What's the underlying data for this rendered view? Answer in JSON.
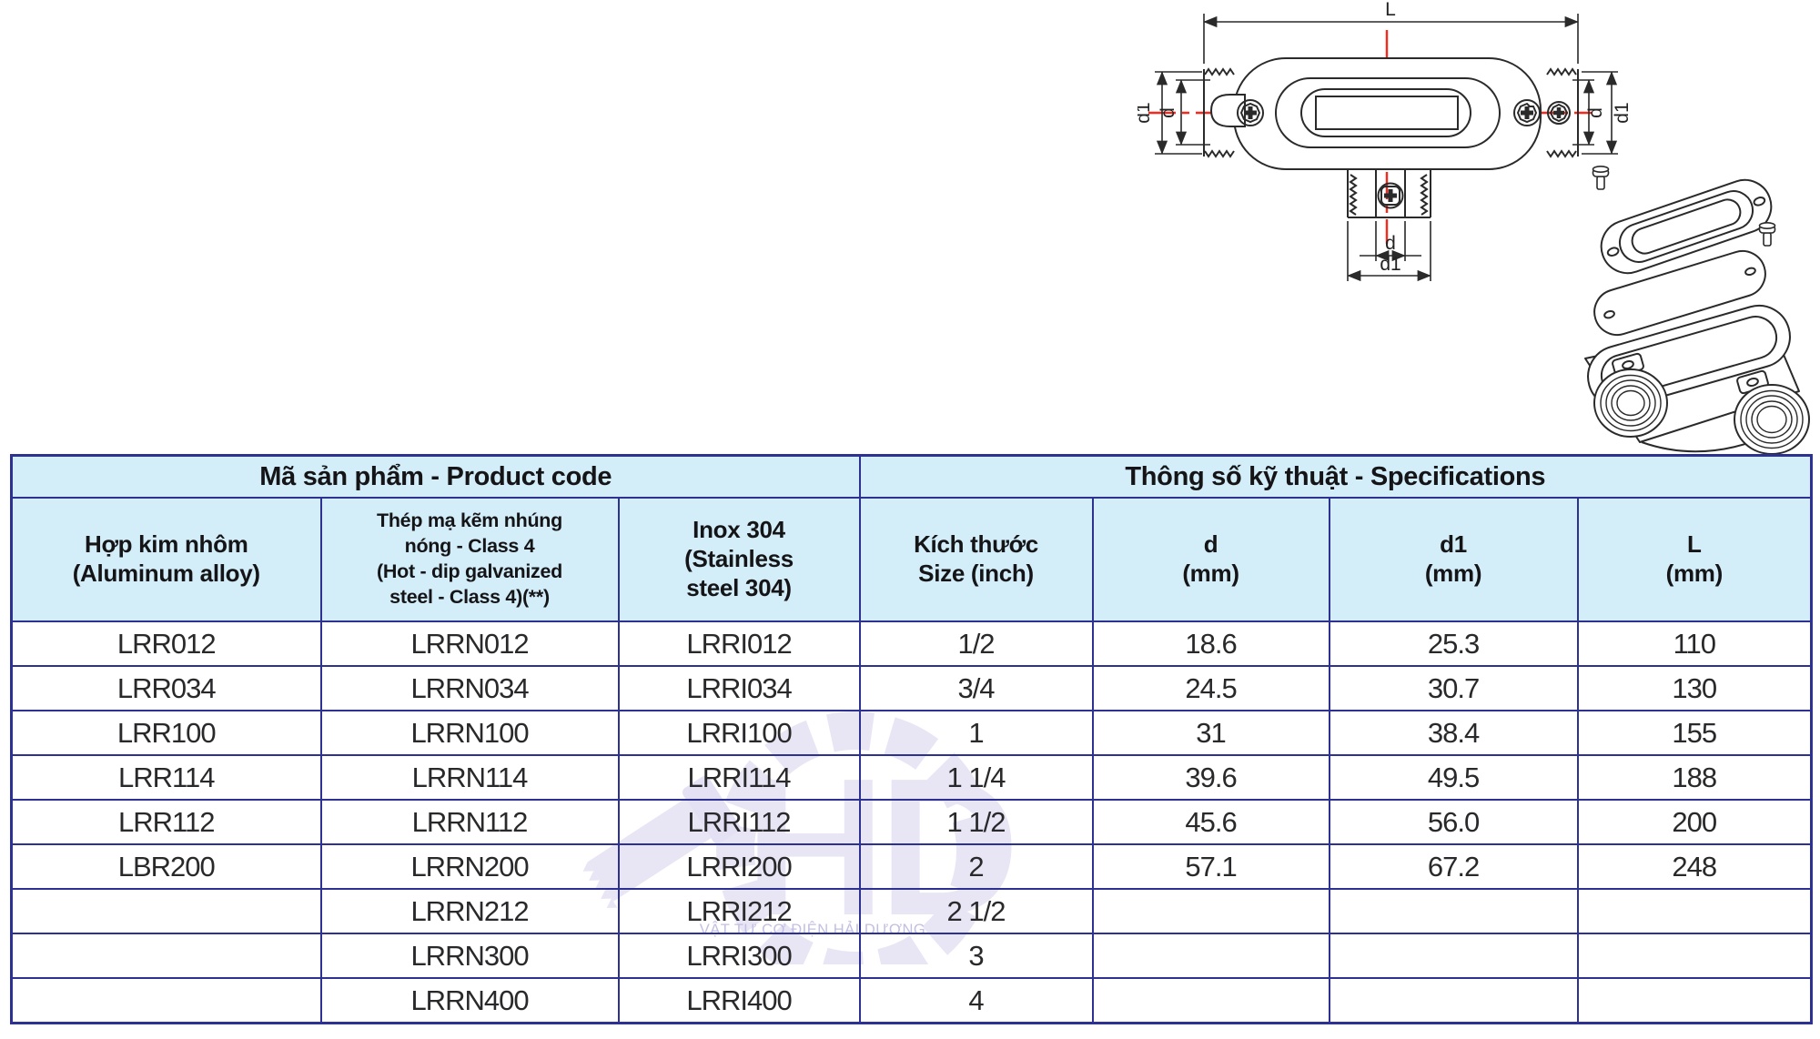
{
  "colors": {
    "table_border": "#2d3192",
    "header_bg": "#d3edf9",
    "text": "#29292b",
    "centerline_red": "#f8281c",
    "watermark": "#e6e4f4",
    "watermark_text": "#b9b5dd"
  },
  "drawing": {
    "dim_labels": {
      "L": "L",
      "d": "d",
      "d1": "d1"
    }
  },
  "watermark": {
    "logo_text": "HD",
    "text": "VẬT TƯ CƠ ĐIỆN HẢI DƯƠNG"
  },
  "table": {
    "group_headers": [
      {
        "label": "Mã sản phẩm - Product code",
        "colspan": 3
      },
      {
        "label": "Thông số kỹ thuật - Specifications",
        "colspan": 4
      }
    ],
    "columns": [
      {
        "label": "Hợp kim nhôm\n(Aluminum alloy)"
      },
      {
        "label": "Thép mạ kẽm nhúng\nnóng - Class 4\n(Hot - dip galvanized\nsteel - Class 4)(**)"
      },
      {
        "label": "Inox 304\n(Stainless\nsteel 304)"
      },
      {
        "label": "Kích thước\nSize (inch)"
      },
      {
        "label": "d\n(mm)"
      },
      {
        "label": "d1\n(mm)"
      },
      {
        "label": "L\n(mm)"
      }
    ],
    "rows": [
      [
        "LRR012",
        "LRRN012",
        "LRRI012",
        "1/2",
        "18.6",
        "25.3",
        "110"
      ],
      [
        "LRR034",
        "LRRN034",
        "LRRI034",
        "3/4",
        "24.5",
        "30.7",
        "130"
      ],
      [
        "LRR100",
        "LRRN100",
        "LRRI100",
        "1",
        "31",
        "38.4",
        "155"
      ],
      [
        "LRR114",
        "LRRN114",
        "LRRI114",
        "1 1/4",
        "39.6",
        "49.5",
        "188"
      ],
      [
        "LRR112",
        "LRRN112",
        "LRRI112",
        "1 1/2",
        "45.6",
        "56.0",
        "200"
      ],
      [
        "LBR200",
        "LRRN200",
        "LRRI200",
        "2",
        "57.1",
        "67.2",
        "248"
      ],
      [
        "",
        "LRRN212",
        "LRRI212",
        "2 1/2",
        "",
        "",
        ""
      ],
      [
        "",
        "LRRN300",
        "LRRI300",
        "3",
        "",
        "",
        ""
      ],
      [
        "",
        "LRRN400",
        "LRRI400",
        "4",
        "",
        "",
        ""
      ]
    ]
  }
}
